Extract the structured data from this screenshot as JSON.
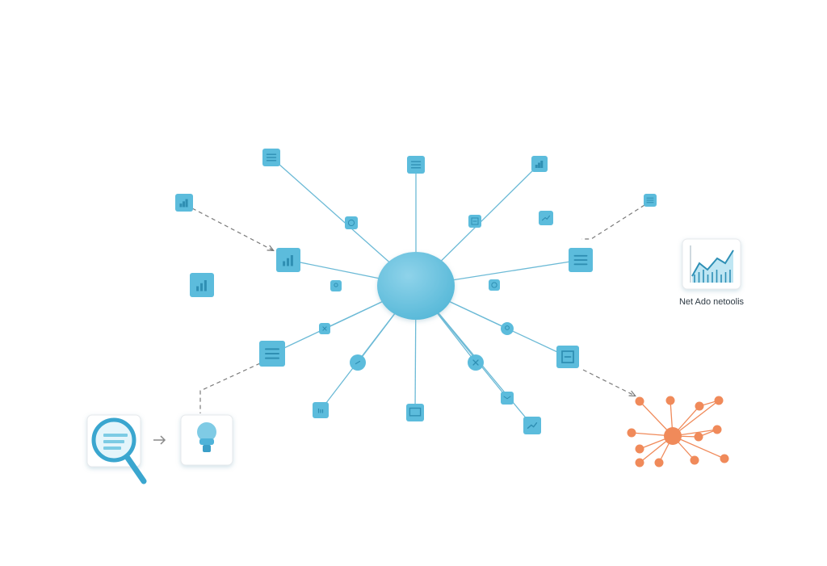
{
  "caption": "Net Ado netoolis",
  "colors": {
    "hub": "#56b8d8",
    "tile": "#5cbcdc",
    "tile_dark": "#2f8fb3",
    "edge": "#6cbad6",
    "dashed": "#7a7a7a",
    "orange": "#f08a5a",
    "card_border": "#e6e9ec"
  },
  "nodes": [
    {
      "id": "list-top-left",
      "icon": "list-icon"
    },
    {
      "id": "list-top",
      "icon": "list-icon"
    },
    {
      "id": "bar-chart-top-right",
      "icon": "bar-chart-icon"
    },
    {
      "id": "bar-chart-far-left",
      "icon": "bar-chart-icon"
    },
    {
      "id": "gear-inner",
      "icon": "gear-icon"
    },
    {
      "id": "document-inner",
      "icon": "document-icon"
    },
    {
      "id": "chart-inner-right",
      "icon": "chart-icon"
    },
    {
      "id": "list-far-right",
      "icon": "list-icon"
    },
    {
      "id": "bar-chart-left",
      "icon": "bar-chart-icon"
    },
    {
      "id": "form-right",
      "icon": "form-icon"
    },
    {
      "id": "building-chart-left",
      "icon": "building-chart-icon"
    },
    {
      "id": "pin-left",
      "icon": "pin-icon"
    },
    {
      "id": "gear-right",
      "icon": "gear-icon"
    },
    {
      "id": "tag-lower-left",
      "icon": "tag-icon"
    },
    {
      "id": "location-right",
      "icon": "location-icon"
    },
    {
      "id": "list-lower-left",
      "icon": "list-icon"
    },
    {
      "id": "archive-right",
      "icon": "archive-icon"
    },
    {
      "id": "circle-lower-left",
      "icon": "circle-icon"
    },
    {
      "id": "cross-lower-right",
      "icon": "cross-icon"
    },
    {
      "id": "linkedin-bottom-left",
      "icon": "linkedin-icon"
    },
    {
      "id": "monitor-bottom",
      "icon": "monitor-icon"
    },
    {
      "id": "mail-bottom-right",
      "icon": "mail-icon"
    },
    {
      "id": "trend-bottom-right",
      "icon": "trend-icon"
    }
  ]
}
